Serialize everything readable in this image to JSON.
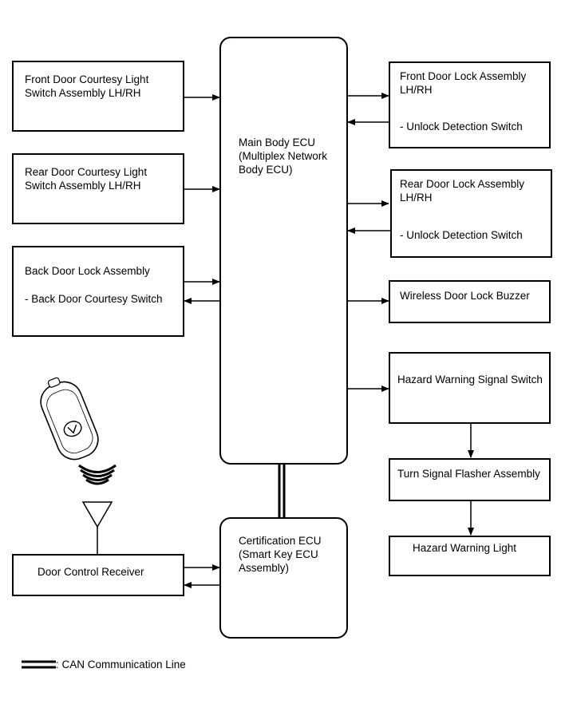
{
  "left_boxes": {
    "front_courtesy": "Front Door Courtesy Light\nSwitch Assembly LH/RH",
    "rear_courtesy": "Rear Door Courtesy Light\nSwitch Assembly LH/RH",
    "back_door_title": "Back Door Lock Assembly",
    "back_door_switch": "- Back Door Courtesy Switch",
    "door_control_receiver": "Door Control Receiver"
  },
  "center": {
    "main_body_ecu": "Main Body ECU\n(Multiplex Network\nBody ECU)",
    "certification_ecu": "Certification ECU\n(Smart Key ECU\nAssembly)"
  },
  "right_boxes": {
    "front_lock_title": "Front Door Lock Assembly\nLH/RH",
    "front_lock_switch": "- Unlock Detection Switch",
    "rear_lock_title": "Rear Door Lock Assembly\nLH/RH",
    "rear_lock_switch": "- Unlock Detection Switch",
    "buzzer": "Wireless Door Lock Buzzer",
    "hazard_switch": "Hazard Warning Signal Switch",
    "flasher": "Turn Signal Flasher Assembly",
    "hazard_light": "Hazard Warning Light"
  },
  "legend": {
    "label": ": CAN Communication Line"
  },
  "icons": {
    "key_fob": "key-fob-icon",
    "radio_waves": "radio-waves-icon",
    "antenna": "antenna-icon"
  }
}
